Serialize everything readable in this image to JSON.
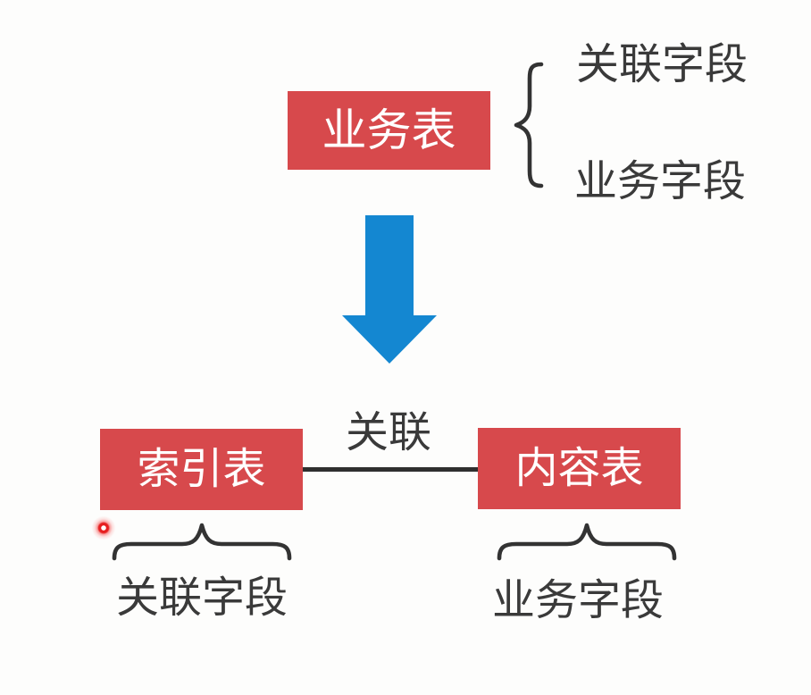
{
  "diagram": {
    "background": "#fdfdfc",
    "colors": {
      "box_fill": "#d7494c",
      "box_text": "#ffffff",
      "arrow": "#1487d1",
      "stroke": "#333333",
      "text": "#3a3a3a",
      "laser": "#e61f1f"
    },
    "top": {
      "table_label": "业务表",
      "fields": [
        {
          "label": "关联字段"
        },
        {
          "label": "业务字段"
        }
      ]
    },
    "bottom": {
      "relation_label": "关联",
      "left": {
        "table_label": "索引表",
        "field_label": "关联字段"
      },
      "right": {
        "table_label": "内容表",
        "field_label": "业务字段"
      }
    }
  }
}
